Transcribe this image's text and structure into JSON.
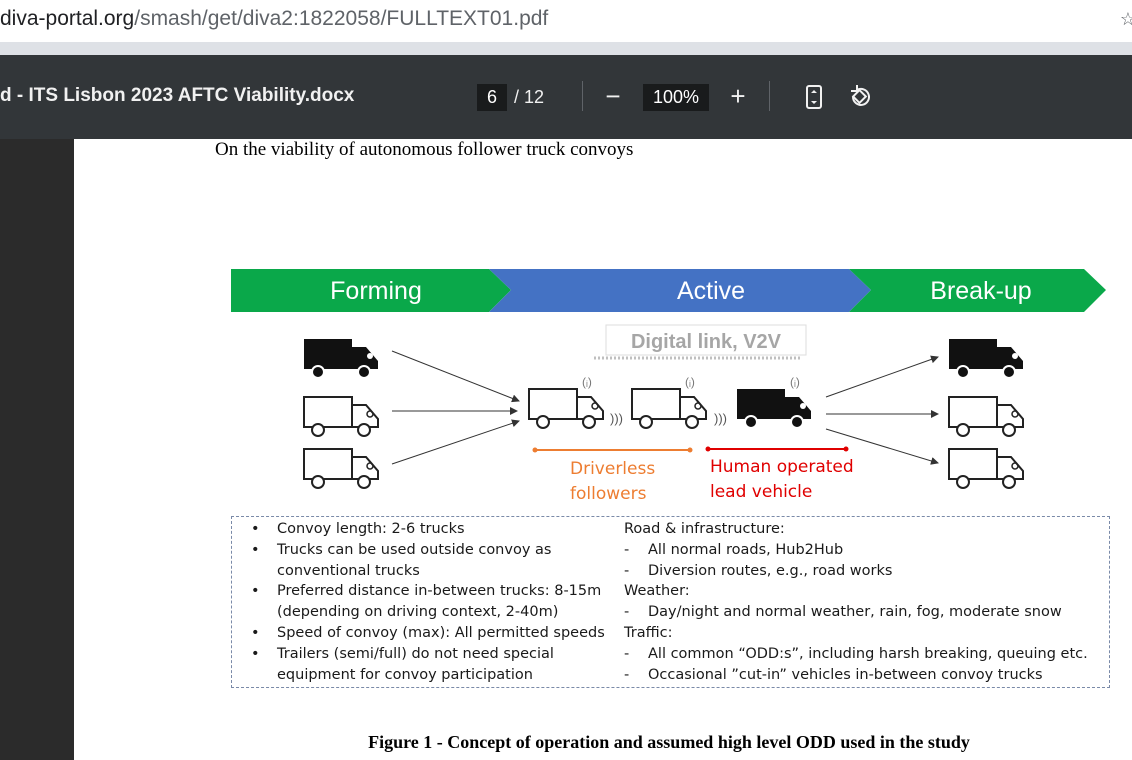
{
  "browser": {
    "url_domain": "diva-portal.org",
    "url_path": "/smash/get/diva2:1822058/FULLTEXT01.pdf"
  },
  "viewer": {
    "doc_title": "d - ITS Lisbon 2023 AFTC Viability.docx",
    "page_current": "6",
    "page_total": "/ 12",
    "zoom_minus": "−",
    "zoom_value": "100%",
    "zoom_plus": "+",
    "fit_icon": "fit-page-icon",
    "rotate_icon": "rotate-icon"
  },
  "document": {
    "header": "On the viability of autonomous follower truck convoys",
    "phases": [
      "Forming",
      "Active",
      "Break-up"
    ],
    "digital_link": "Digital link, V2V",
    "driverless": [
      "Driverless",
      "followers"
    ],
    "human": [
      "Human operated",
      "lead vehicle"
    ],
    "odd_left": [
      [
        "Convoy length: 2-6 trucks"
      ],
      [
        "Trucks can be used outside convoy as",
        "conventional trucks"
      ],
      [
        "Preferred distance in-between trucks: 8-15m",
        "(depending on driving context, 2-40m)"
      ],
      [
        "Speed of convoy (max): All permitted speeds"
      ],
      [
        "Trailers (semi/full) do not need special",
        "equipment for convoy participation"
      ]
    ],
    "odd_right": [
      {
        "heading": "Road & infrastructure:",
        "items": [
          "All normal roads, Hub2Hub",
          "Diversion routes, e.g., road works"
        ]
      },
      {
        "heading": "Weather:",
        "items": [
          "Day/night and normal weather, rain, fog, moderate snow"
        ]
      },
      {
        "heading": "Traffic:",
        "items": [
          "All common “ODD:s”, including harsh breaking, queuing etc.",
          "Occasional ”cut-in” vehicles in-between convoy trucks"
        ]
      }
    ],
    "caption": "Figure 1 - Concept of operation and assumed high level ODD used in the study",
    "colors": {
      "green": "#0aa84a",
      "blue": "#4472c4",
      "orange": "#ed7d31",
      "red": "#e00000"
    }
  }
}
